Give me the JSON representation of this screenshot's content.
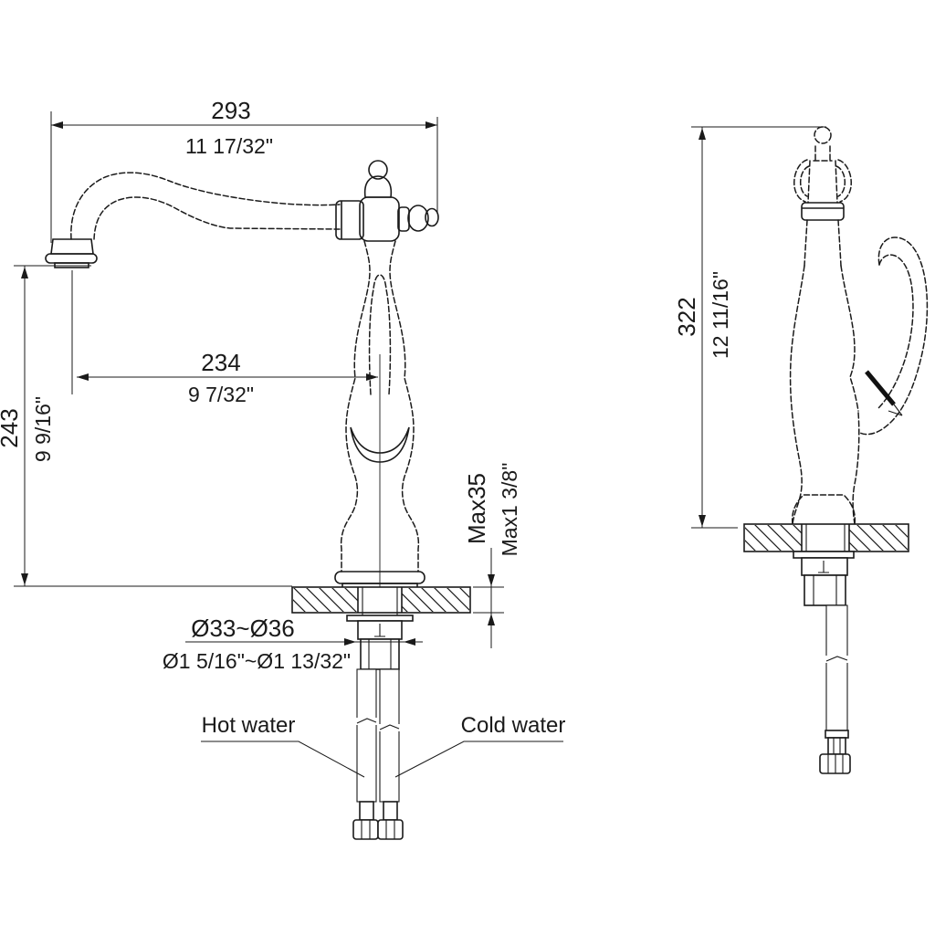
{
  "drawing": {
    "bg": "#ffffff",
    "ink": "#1a1a1a",
    "description": "Single-handle kitchen faucet dimensional drawing, front and side views"
  },
  "front_view": {
    "dim_spout_reach_mm": "293",
    "dim_spout_reach_in": "11 17/32\"",
    "dim_spout_height_mm": "243",
    "dim_spout_height_in": "9 9/16\"",
    "dim_outlet_to_center_mm": "234",
    "dim_outlet_to_center_in": "9 7/32\"",
    "dim_deck_thickness_mm": "Max35",
    "dim_deck_thickness_in": "Max1 3/8\"",
    "dim_hole_diameter_mm": "Ø33~Ø36",
    "dim_hole_diameter_in": "Ø1 5/16\"~Ø1 13/32\"",
    "label_hot": "Hot water",
    "label_cold": "Cold water"
  },
  "side_view": {
    "dim_overall_height_mm": "322",
    "dim_overall_height_in": "12 11/16\""
  }
}
